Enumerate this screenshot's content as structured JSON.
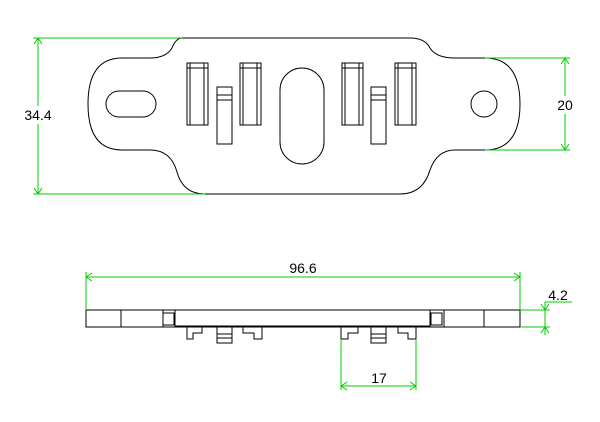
{
  "colors": {
    "background": "#ffffff",
    "outline": "#000000",
    "dimension": "#00cc00",
    "text": "#000000"
  },
  "dimensions": {
    "overall_height": "34.4",
    "hole_spacing": "20",
    "overall_length": "96.6",
    "thickness": "4.2",
    "clip_spacing": "17"
  }
}
